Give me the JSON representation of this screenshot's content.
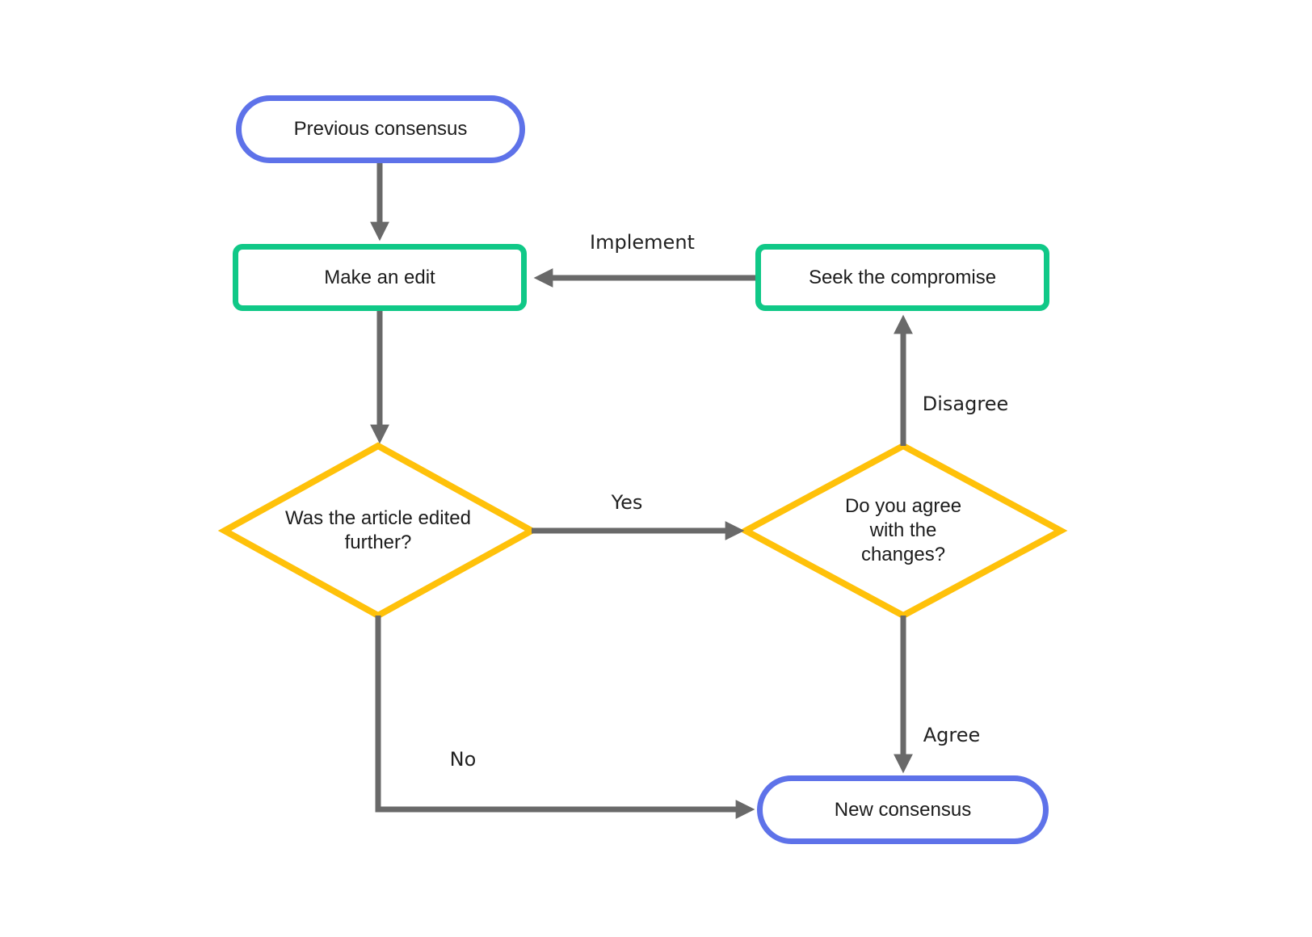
{
  "colors": {
    "terminal_border": "#5e72e9",
    "process_border": "#10c887",
    "decision_border": "#ffc10a",
    "arrow": "#696969",
    "text": "#1c1c1c"
  },
  "nodes": {
    "previous_consensus": {
      "label": "Previous consensus",
      "type": "terminal"
    },
    "make_an_edit": {
      "label": "Make an edit",
      "type": "process"
    },
    "seek_the_compromise": {
      "label": "Seek the compromise",
      "type": "process"
    },
    "was_edited_further": {
      "label": "Was the article edited further?",
      "type": "decision"
    },
    "do_you_agree": {
      "label": "Do you agree with the changes?",
      "type": "decision"
    },
    "new_consensus": {
      "label": "New consensus",
      "type": "terminal"
    }
  },
  "edges": [
    {
      "from": "Previous consensus",
      "to": "Make an edit",
      "label": ""
    },
    {
      "from": "Seek the compromise",
      "to": "Make an edit",
      "label": "Implement"
    },
    {
      "from": "Make an edit",
      "to": "Was the article edited further?",
      "label": ""
    },
    {
      "from": "Was the article edited further?",
      "to": "Do you agree with the changes?",
      "label": "Yes"
    },
    {
      "from": "Was the article edited further?",
      "to": "New consensus",
      "label": "No"
    },
    {
      "from": "Do you agree with the changes?",
      "to": "Seek the compromise",
      "label": "Disagree"
    },
    {
      "from": "Do you agree with the changes?",
      "to": "New consensus",
      "label": "Agree"
    }
  ]
}
